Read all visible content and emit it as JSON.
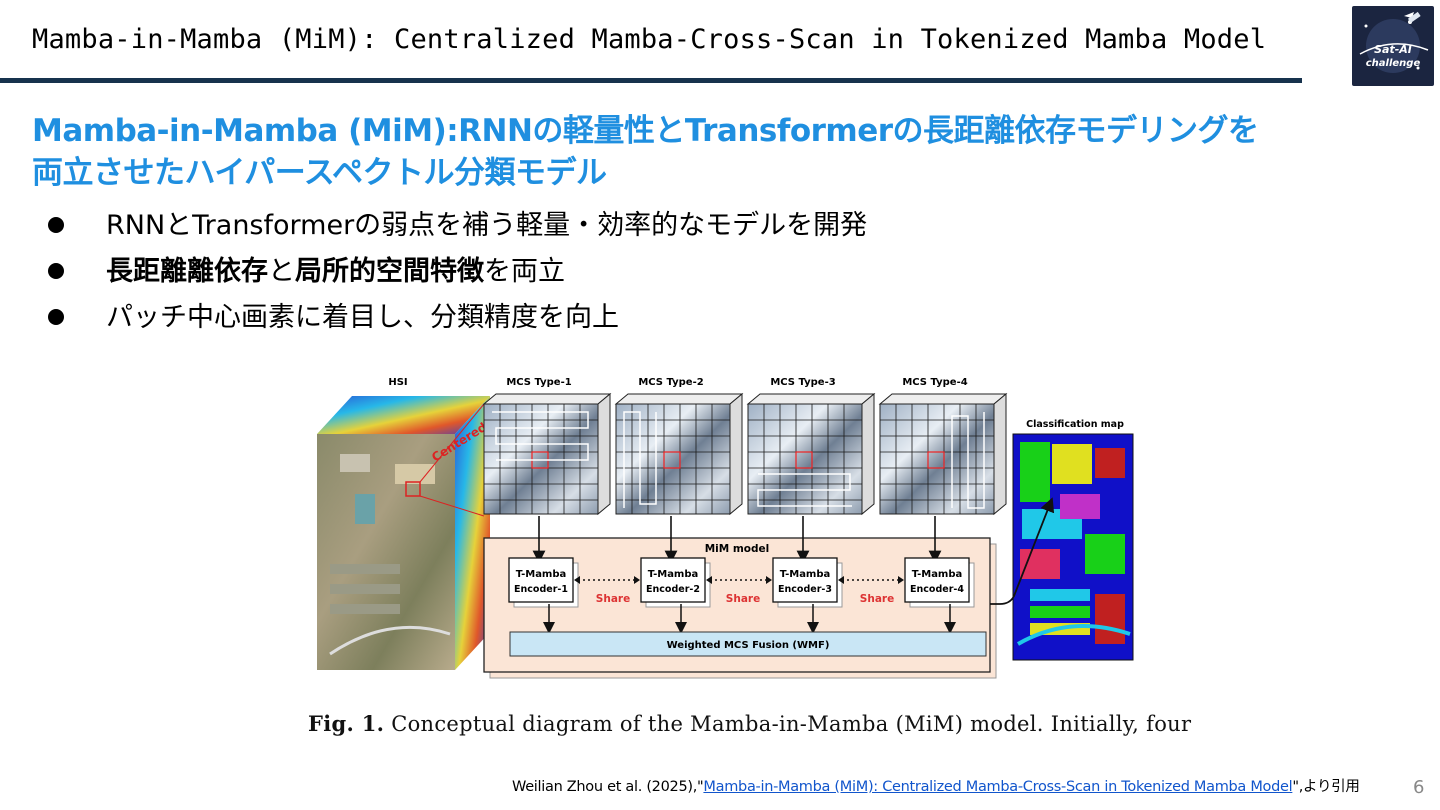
{
  "slide": {
    "title": "Mamba-in-Mamba (MiM): Centralized Mamba-Cross-Scan in Tokenized Mamba Model",
    "subtitle_line1": "Mamba-in-Mamba (MiM):RNNの軽量性とTransformerの長距離依存モデリングを",
    "subtitle_line2": "両立させたハイパースペクトル分類モデル",
    "bullets": {
      "b1": "RNNとTransformerの弱点を補う軽量・効率的なモデルを開発",
      "b2_bold1": "長距離離依存",
      "b2_mid": "と",
      "b2_bold2": "局所的空間特徴",
      "b2_end": "を両立",
      "b3": "パッチ中心画素に着目し、分類精度を向上"
    },
    "page_number": "6",
    "accent_color": "#1f8fe0",
    "rule_color": "#17324d"
  },
  "logo": {
    "text": "Sat-AI challenge"
  },
  "figure": {
    "hsi_label": "HSI",
    "centered_patch_label": "Centered patch",
    "mcs_types": [
      "MCS Type-1",
      "MCS Type-2",
      "MCS Type-3",
      "MCS Type-4"
    ],
    "classification_map_label": "Classification map",
    "model_label": "MiM model",
    "encoders": [
      {
        "line1": "T-Mamba",
        "line2": "Encoder-1"
      },
      {
        "line1": "T-Mamba",
        "line2": "Encoder-2"
      },
      {
        "line1": "T-Mamba",
        "line2": "Encoder-3"
      },
      {
        "line1": "T-Mamba",
        "line2": "Encoder-4"
      }
    ],
    "share_label": "Share",
    "fusion_label": "Weighted MCS Fusion (WMF)"
  },
  "caption": {
    "fig_label": "Fig. 1.",
    "text": "Conceptual diagram of the Mamba-in-Mamba (MiM) model. Initially, four"
  },
  "citation": {
    "prefix": "Weilian Zhou  et al. (2025),\"",
    "link_text": "Mamba-in-Mamba (MiM): Centralized Mamba-Cross-Scan in Tokenized Mamba Model",
    "suffix": "\",より引用"
  }
}
